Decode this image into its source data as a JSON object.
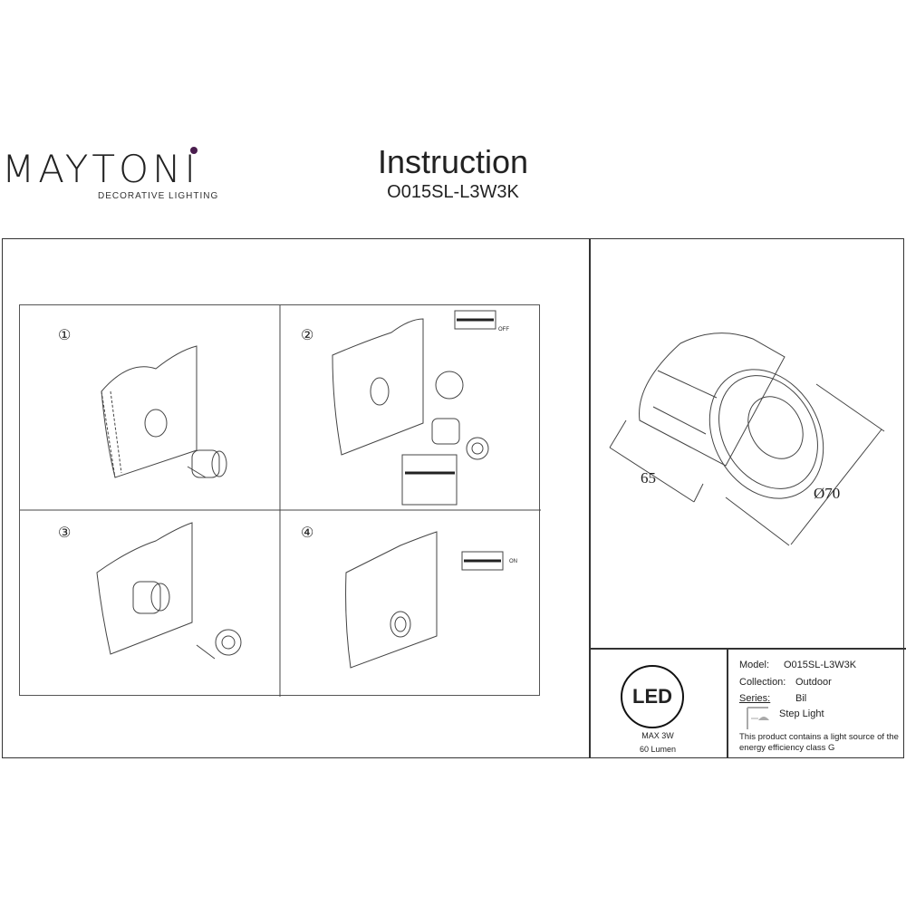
{
  "brand": {
    "name": "MAYTONI",
    "tagline": "DECORATIVE LIGHTING",
    "accent_color": "#4a1d4e"
  },
  "header": {
    "title": "Instruction",
    "model": "O015SL-L3W3K"
  },
  "steps": [
    {
      "number": "①"
    },
    {
      "number": "②",
      "switch_label": "OFF"
    },
    {
      "number": "③"
    },
    {
      "number": "④",
      "switch_label": "ON"
    }
  ],
  "dimensions": {
    "length": "65",
    "diameter": "Ø70"
  },
  "led": {
    "badge": "LED",
    "power": "MAX 3W",
    "lumen": "60 Lumen"
  },
  "specs": {
    "model_label": "Model:",
    "model_value": "O015SL-L3W3K",
    "collection_label": "Collection:",
    "collection_value": "Outdoor",
    "series_label": "Series:",
    "series_value": "Bil",
    "type_value": "Step Light",
    "energy_line1": "This product contains a light source of the",
    "energy_line2": "energy efficiency class G"
  }
}
